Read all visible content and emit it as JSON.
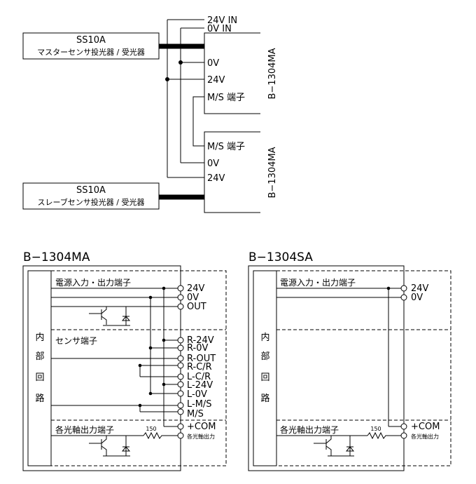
{
  "wiring": {
    "master_box": {
      "model": "SS10A",
      "desc": "マスターセンサ投光器 / 受光器"
    },
    "slave_box": {
      "model": "SS10A",
      "desc": "スレーブセンサ投光器 / 受光器"
    },
    "supply": {
      "plus": "24V  IN",
      "zero": "0V  IN"
    },
    "master_unit": {
      "model": "B−1304MA",
      "terminals": [
        "0V",
        "24V",
        "M/S 端子"
      ]
    },
    "slave_unit": {
      "model": "B−1304MA",
      "terminals": [
        "M/S 端子",
        "0V",
        "24V"
      ]
    }
  },
  "left_diagram": {
    "title": "B−1304MA",
    "internal": [
      "内",
      "部",
      "回",
      "路"
    ],
    "section_power": "電源入力・出力端子",
    "section_sensor": "センサ端子",
    "section_axis": "各光軸出力端子",
    "power_terminals": [
      "24V",
      "0V",
      "OUT"
    ],
    "sensor_terminals": [
      "R-24V",
      "R-0V",
      "R-OUT",
      "R-C/R",
      "L-C/R",
      "L-24V",
      "L-0V",
      "L-M/S",
      "M/S"
    ],
    "axis_terminals": [
      "+COM",
      "各光軸出力"
    ],
    "resistor": "150"
  },
  "right_diagram": {
    "title": "B−1304SA",
    "internal": [
      "内",
      "部",
      "回",
      "路"
    ],
    "section_power": "電源入力・出力端子",
    "section_axis": "各光軸出力端子",
    "power_terminals": [
      "24V",
      "0V"
    ],
    "axis_terminals": [
      "+COM",
      "各光軸出力"
    ],
    "resistor": "150"
  }
}
